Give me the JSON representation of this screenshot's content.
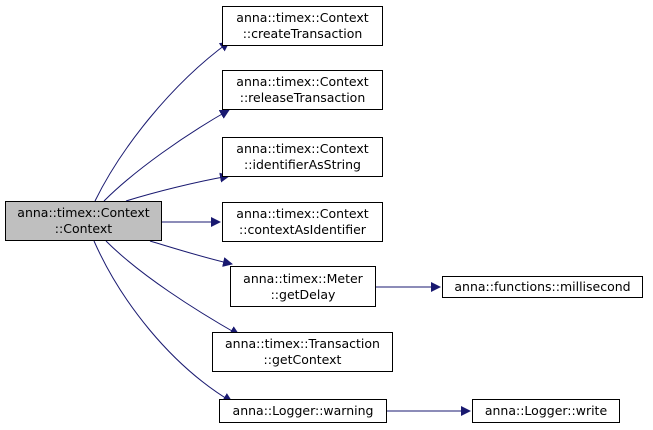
{
  "colors": {
    "edge": "#191970",
    "root_fill": "#bfbfbf",
    "node_fill": "#ffffff",
    "border": "#000000"
  },
  "nodes": {
    "root": {
      "line1": "anna::timex::Context",
      "line2": "::Context"
    },
    "createTransaction": {
      "line1": "anna::timex::Context",
      "line2": "::createTransaction"
    },
    "releaseTransaction": {
      "line1": "anna::timex::Context",
      "line2": "::releaseTransaction"
    },
    "identifierAsString": {
      "line1": "anna::timex::Context",
      "line2": "::identifierAsString"
    },
    "contextAsIdentifier": {
      "line1": "anna::timex::Context",
      "line2": "::contextAsIdentifier"
    },
    "getDelay": {
      "line1": "anna::timex::Meter",
      "line2": "::getDelay"
    },
    "millisecond": {
      "line1": "anna::functions::millisecond"
    },
    "getContext": {
      "line1": "anna::timex::Transaction",
      "line2": "::getContext"
    },
    "warning": {
      "line1": "anna::Logger::warning"
    },
    "write": {
      "line1": "anna::Logger::write"
    }
  },
  "edges": [
    {
      "from": "root",
      "to": "createTransaction"
    },
    {
      "from": "root",
      "to": "releaseTransaction"
    },
    {
      "from": "root",
      "to": "identifierAsString"
    },
    {
      "from": "root",
      "to": "contextAsIdentifier"
    },
    {
      "from": "root",
      "to": "getDelay"
    },
    {
      "from": "root",
      "to": "getContext"
    },
    {
      "from": "root",
      "to": "warning"
    },
    {
      "from": "getDelay",
      "to": "millisecond"
    },
    {
      "from": "warning",
      "to": "write"
    }
  ]
}
